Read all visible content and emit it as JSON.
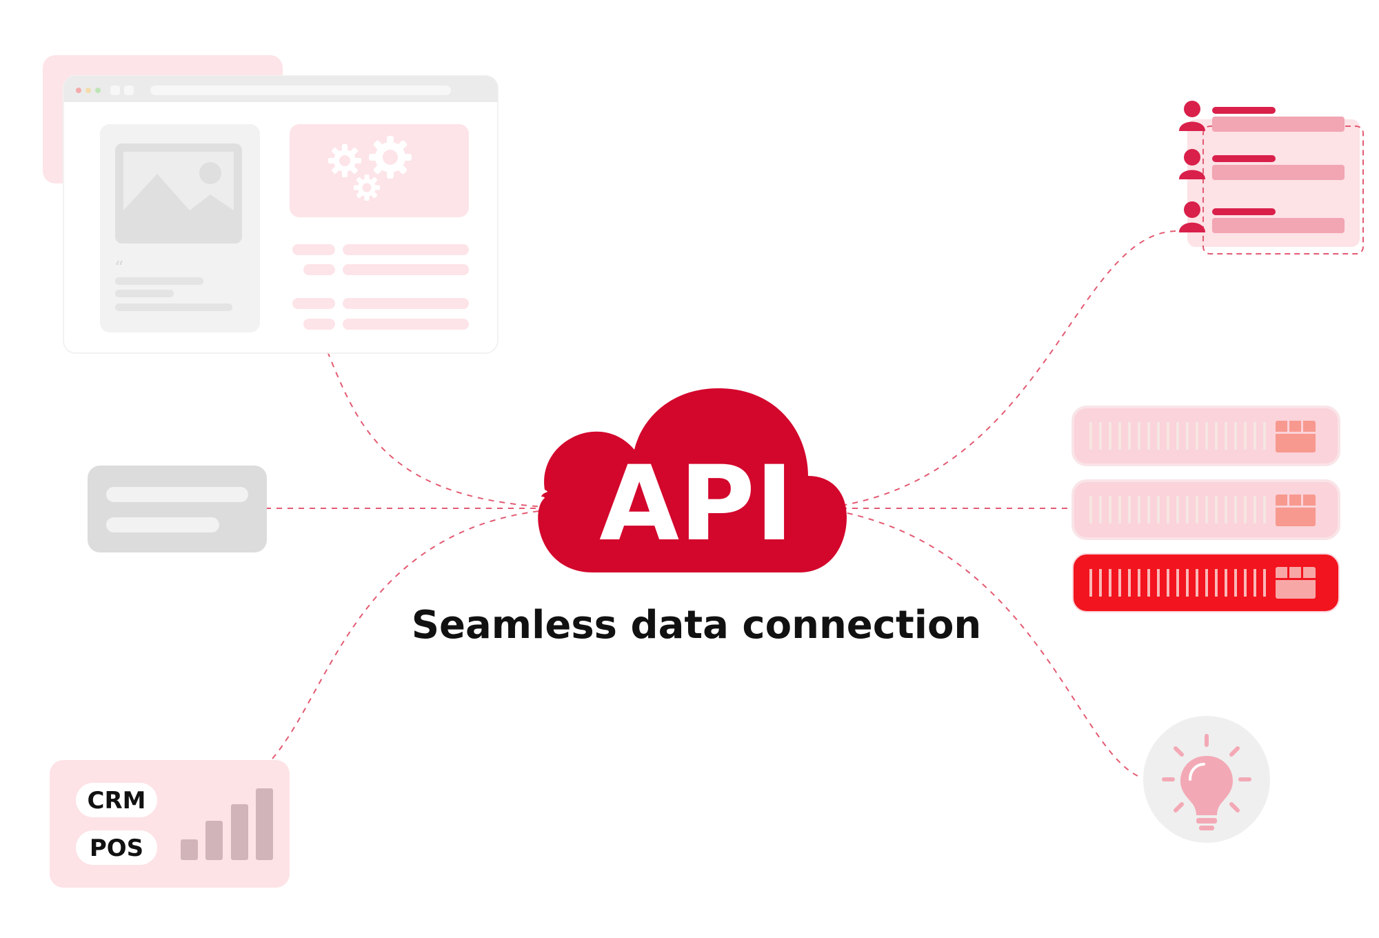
{
  "center": {
    "cloud_label": "API",
    "caption": "Seamless data connection"
  },
  "tags": {
    "crm": "CRM",
    "pos": "POS"
  },
  "colors": {
    "brand_red": "#d3062c",
    "soft_pink": "#fde2e6",
    "pink_bar": "#f2a5b2",
    "light_gray": "#dcdcdc",
    "dashed_line": "#e35a72",
    "server_active": "#f2141e"
  },
  "icons": {
    "browser": "browser-window-icon",
    "gear": "gear-icon",
    "image": "image-icon",
    "quote": "quote-icon",
    "user": "user-icon",
    "server": "server-rack-icon",
    "bulb": "lightbulb-icon",
    "chart": "bar-chart-icon"
  }
}
